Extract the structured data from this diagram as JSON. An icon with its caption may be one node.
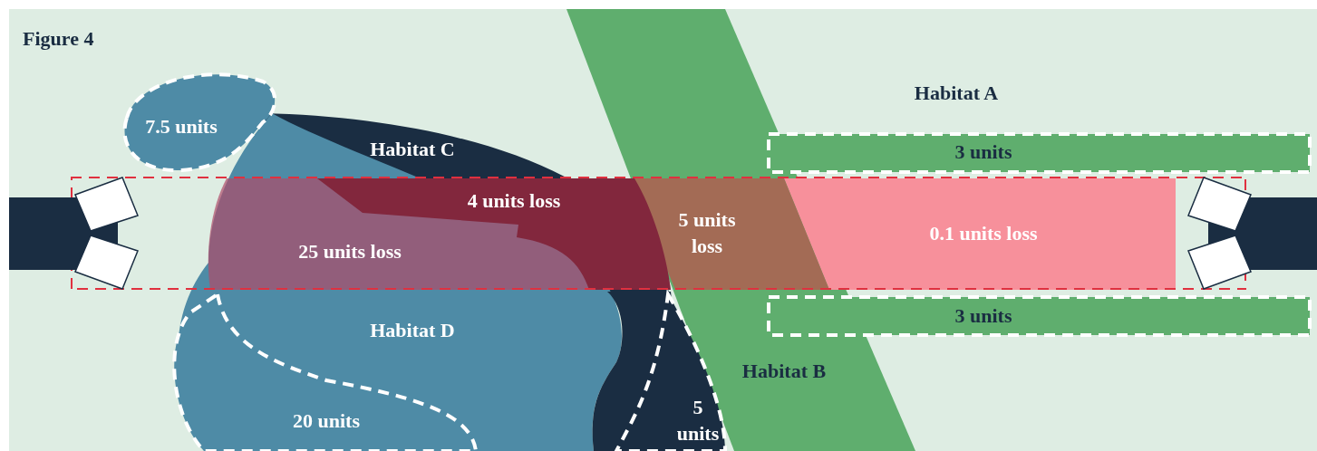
{
  "diagram": {
    "title": "Figure 4",
    "nodes": [
      {
        "text": [
          "7.5 units"
        ]
      },
      {
        "text": [
          "Habitat C"
        ]
      },
      {
        "text": [],
        "shape": "box"
      },
      {
        "text": [
          "4 units loss"
        ],
        "in": 4
      },
      {
        "text": [
          "25 units loss"
        ],
        "in": 2
      },
      {
        "text": [
          "5 units loss"
        ]
      },
      {
        "text": [
          "0.1 units loss"
        ],
        "in": 2
      },
      {
        "text": [
          "3 units"
        ]
      },
      {
        "text": [
          "3 units"
        ]
      },
      {
        "text": [
          "Habitat D"
        ]
      },
      {
        "text": [
          "Habitat B"
        ]
      },
      {
        "text": [
          "20 units"
        ],
        "in": 9
      },
      {
        "text": [
          "5 units"
        ]
      }
    ],
    "labels": [
      "Habitat A"
    ]
  }
}
